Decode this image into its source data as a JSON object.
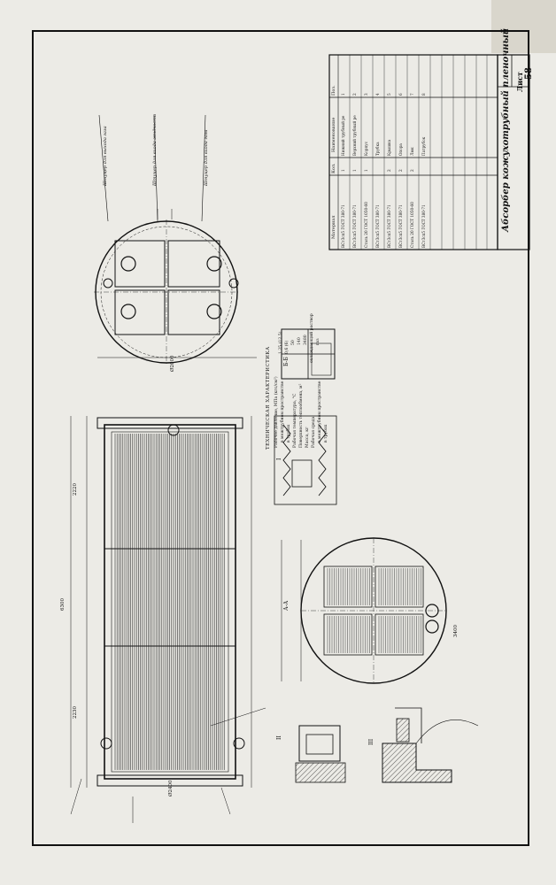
{
  "title_block": {
    "title": "Абсорбер кожухотрубный пленочный",
    "sheet_label": "Лист",
    "sheet_number": "58"
  },
  "parts_table": {
    "headers": [
      "Поз.",
      "Наименование",
      "Кол.",
      "Материал"
    ],
    "rows": [
      {
        "pos": "1",
        "name": "Нижний трубный ре",
        "qty": "1",
        "material": "ВСт3сп5 ГОСТ 380-71"
      },
      {
        "pos": "2",
        "name": "Верхний трубный ре",
        "qty": "1",
        "material": "ВСт3сп5 ГОСТ 380-71"
      },
      {
        "pos": "3",
        "name": "Корпус",
        "qty": "1",
        "material": "Сталь 20 ГОСТ 1050-60"
      },
      {
        "pos": "4",
        "name": "Трубка",
        "qty": "",
        "material": "ВСт3сп5 ГОСТ 380-71"
      },
      {
        "pos": "5",
        "name": "Крышка",
        "qty": "2",
        "material": "ВСт3сп5 ГОСТ 380-71"
      },
      {
        "pos": "6",
        "name": "Опора",
        "qty": "2",
        "material": "ВСт3сп5 ГОСТ 380-71"
      },
      {
        "pos": "7",
        "name": "Люк",
        "qty": "2",
        "material": "Сталь 20 ГОСТ 1050-60"
      },
      {
        "pos": "8",
        "name": "Патрубок",
        "qty": "",
        "material": "ВСт3сп5 ГОСТ 380-71"
      }
    ]
  },
  "tech_spec": {
    "heading": "ТЕХНИЧЕСКАЯ ХАРАКТЕРИСТИКА",
    "lines": [
      "Рабочее давление, МПа (кгс/см²)",
      "в межтрубном пространстве",
      "в трубах",
      "Рабочая температура, °С",
      "Поверхность теплообмена, м²",
      "Масса, кг",
      "Рабочая среда",
      "в межтрубном пространстве",
      "в трубах"
    ],
    "values": [
      "1,25 (12,5)",
      "0,6 (6)",
      "50",
      "140",
      "3480",
      "охлаждающий раствор",
      "газ"
    ]
  },
  "nozzle_labels": [
    "Штуцер для выхода газа",
    "Штуцер для входа жидкости",
    "Штуцер для входа газа"
  ],
  "section_labels": [
    "А-А",
    "Б-Б",
    "I",
    "II",
    "III"
  ],
  "dimension_labels": [
    "6300",
    "2220",
    "2230",
    "Ø2000",
    "Ø2400",
    "3400"
  ]
}
